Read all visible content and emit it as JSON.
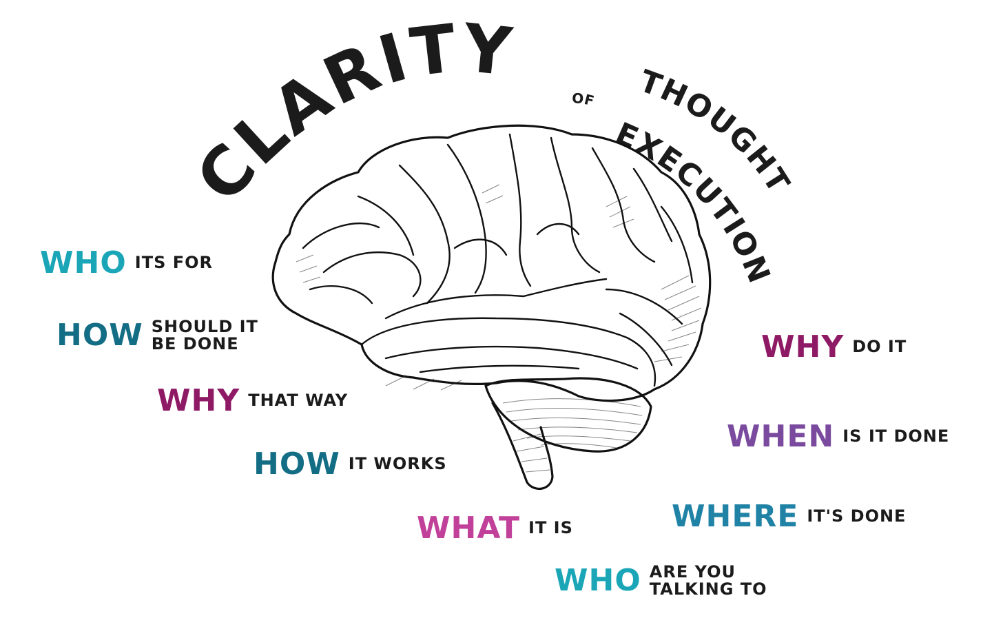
{
  "title": {
    "main": "CLARITY",
    "of": "OF",
    "line1": "THOUGHT",
    "line2": "EXECUTION"
  },
  "colors": {
    "ink": "#1b1b1b",
    "teal": "#1aa6b7",
    "dark_teal": "#136d85",
    "plum": "#8e1a66",
    "violet": "#7a4a9e",
    "blue": "#2083a6",
    "pink": "#c0409a"
  },
  "questions": [
    {
      "keyword": "WHO",
      "text": "ITS FOR",
      "color": "#1aa6b7"
    },
    {
      "keyword": "HOW",
      "text": "SHOULD IT\nBE DONE",
      "color": "#136d85"
    },
    {
      "keyword": "WHY",
      "text": "THAT WAY",
      "color": "#8e1a66"
    },
    {
      "keyword": "HOW",
      "text": "IT WORKS",
      "color": "#136d85"
    },
    {
      "keyword": "WHAT",
      "text": "IT IS",
      "color": "#c0409a"
    },
    {
      "keyword": "WHO",
      "text": "ARE YOU\nTALKING TO",
      "color": "#1aa6b7"
    },
    {
      "keyword": "WHERE",
      "text": "IT'S DONE",
      "color": "#2083a6"
    },
    {
      "keyword": "WHEN",
      "text": "IS IT DONE",
      "color": "#7a4a9e"
    },
    {
      "keyword": "WHY",
      "text": "DO IT",
      "color": "#8e1a66"
    }
  ],
  "illustration": {
    "name": "brain-drawing",
    "style": "black line art with cross-hatching"
  }
}
